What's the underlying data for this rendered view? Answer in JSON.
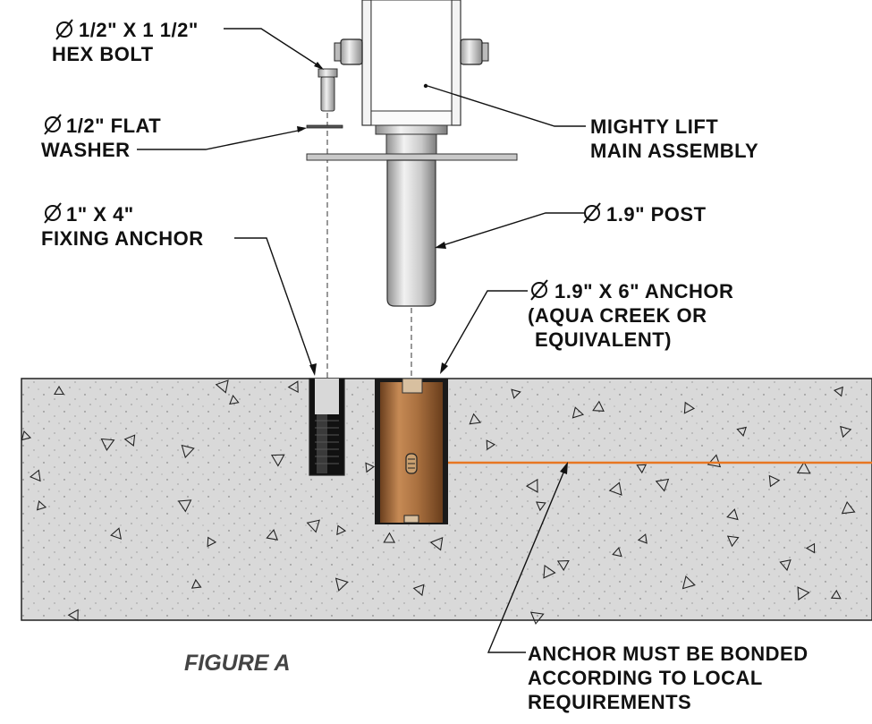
{
  "figure_title": "FIGURE A",
  "labels": {
    "hex_bolt": {
      "line1": "1/2\" X 1 1/2\"",
      "line2": "HEX BOLT"
    },
    "flat_washer": {
      "line1": "1/2\" FLAT",
      "line2": "WASHER"
    },
    "fixing_anchor": {
      "line1": "1\" X 4\"",
      "line2": "FIXING ANCHOR"
    },
    "main_assembly": {
      "line1": "MIGHTY LIFT",
      "line2": "MAIN ASSEMBLY"
    },
    "post": {
      "line1": "1.9\" POST"
    },
    "anchor": {
      "line1": "1.9\" X 6\" ANCHOR",
      "line2": "(AQUA CREEK OR",
      "line3": "EQUIVALENT)"
    },
    "bonding": {
      "line1": "ANCHOR MUST BE BONDED",
      "line2": "ACCORDING TO LOCAL",
      "line3": "REQUIREMENTS"
    }
  },
  "colors": {
    "concrete": "#d8d8d8",
    "bonding_wire": "#e87722",
    "bronze_anchor": "#a0673a",
    "steel": "#bfbfbf"
  },
  "icons": [
    "diameter-symbol"
  ]
}
